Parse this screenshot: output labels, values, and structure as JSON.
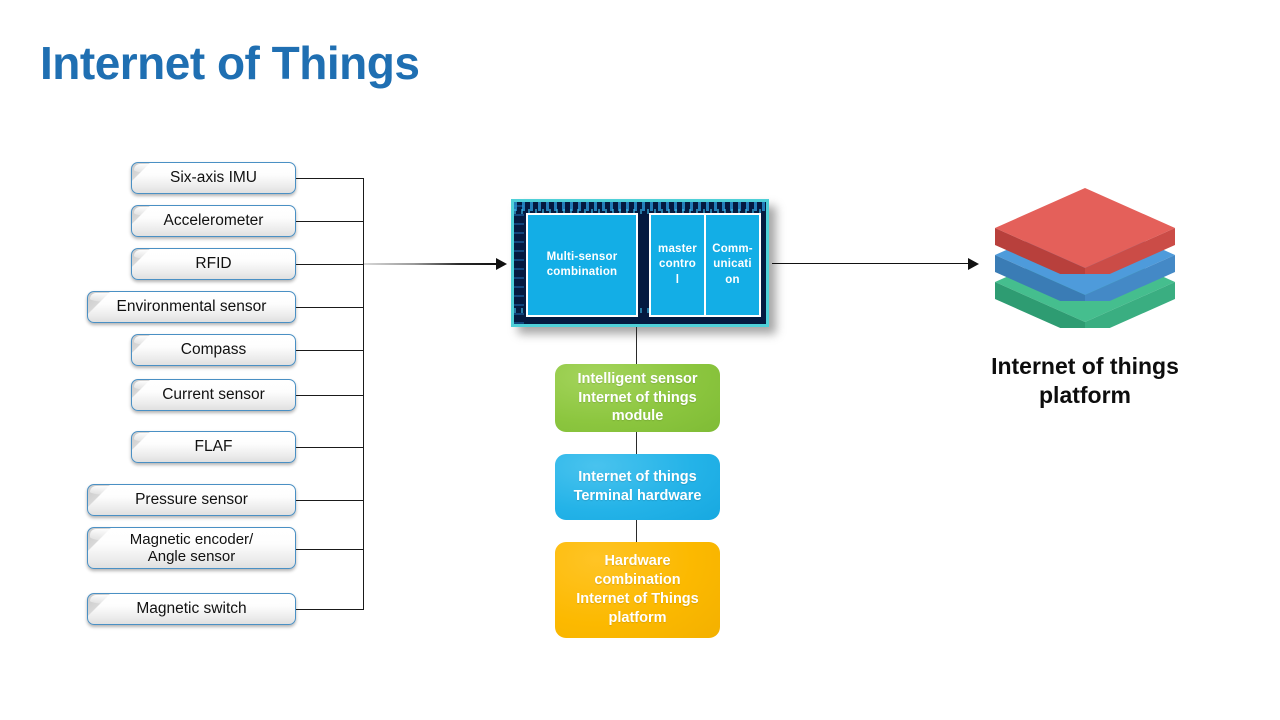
{
  "slide": {
    "title": "Internet of Things",
    "title_color": "#1F6FB2",
    "background": "#FFFFFF"
  },
  "sensors": {
    "items": [
      {
        "label": "Six-axis IMU",
        "width": "narrow",
        "lines": 1
      },
      {
        "label": "Accelerometer",
        "width": "narrow",
        "lines": 1
      },
      {
        "label": "RFID",
        "width": "narrow",
        "lines": 1
      },
      {
        "label": "Environmental sensor",
        "width": "wide",
        "lines": 1
      },
      {
        "label": "Compass",
        "width": "narrow",
        "lines": 1
      },
      {
        "label": "Current sensor",
        "width": "narrow",
        "lines": 1
      },
      {
        "label": "FLAF",
        "width": "narrow",
        "lines": 1
      },
      {
        "label": "Pressure sensor",
        "width": "wide",
        "lines": 1
      },
      {
        "label": "Magnetic encoder/\nAngle sensor",
        "width": "wide",
        "lines": 2
      },
      {
        "label": "Magnetic switch",
        "width": "wide",
        "lines": 1
      }
    ],
    "box_border_color": "#4A90C4",
    "box_fill_color": "#EFEFEF"
  },
  "chip": {
    "frame_color": "#4FD0D8",
    "board_color": "#041A40",
    "panel_color": "#13AEE6",
    "panels": [
      {
        "label": "Multi-sensor\ncombination"
      },
      {
        "label": "master\ncontro\nl"
      },
      {
        "label": "Comm-\nunicati\non"
      }
    ]
  },
  "stages": [
    {
      "label": "Intelligent sensor\nInternet of things\nmodule",
      "color": "#8CC63F"
    },
    {
      "label": "Internet of things\nTerminal hardware",
      "color": "#24B3E8"
    },
    {
      "label": "Hardware\ncombination\nInternet of Things\nplatform",
      "color": "#FCB900"
    }
  ],
  "platform": {
    "caption": "Internet of things\nplatform",
    "layers": [
      {
        "name": "top-layer",
        "color": "#E0554C"
      },
      {
        "name": "middle-layer",
        "color": "#4A96D8"
      },
      {
        "name": "bottom-layer",
        "color": "#3FB98A"
      }
    ]
  },
  "connectors": {
    "sensor_bus_to_chip": "arrow",
    "chip_to_platform": "arrow",
    "chip_to_stages": "line"
  }
}
